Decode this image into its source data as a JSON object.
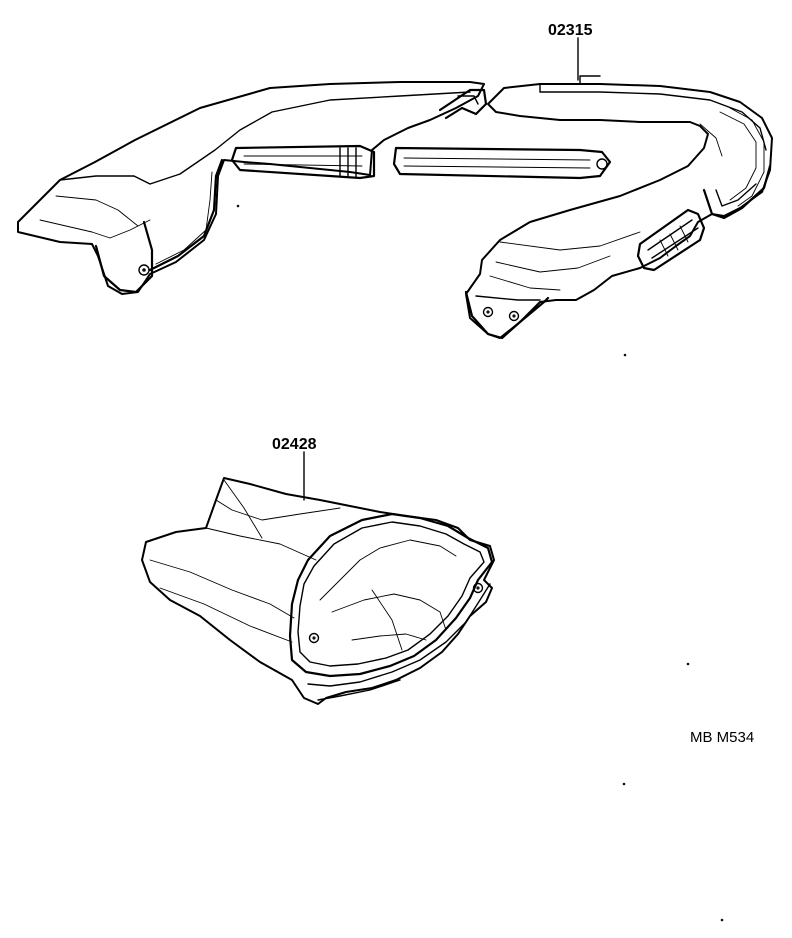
{
  "parts": [
    {
      "part_number": "02315"
    },
    {
      "part_number": "02428"
    }
  ],
  "diagram_code": "MB M534"
}
